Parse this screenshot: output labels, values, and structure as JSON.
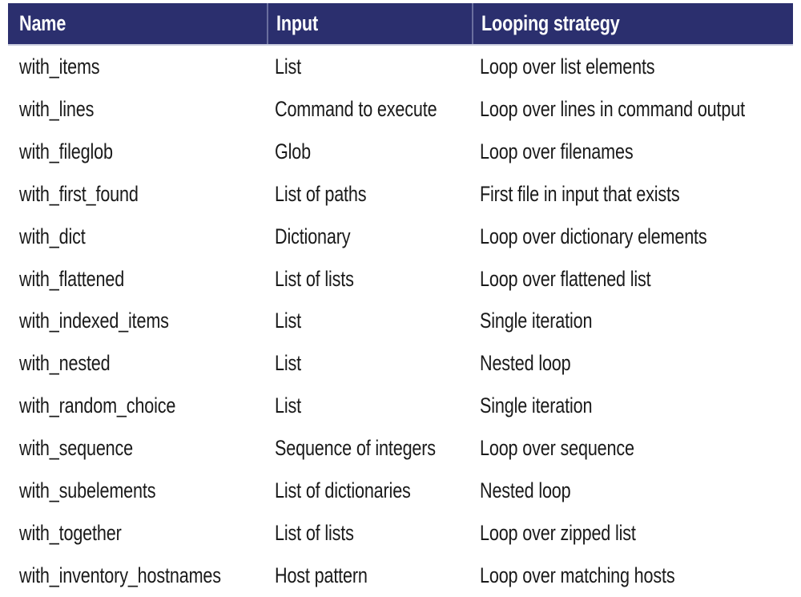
{
  "table": {
    "columns": [
      {
        "label": "Name"
      },
      {
        "label": "Input"
      },
      {
        "label": "Looping strategy"
      }
    ],
    "rows": [
      {
        "name": "with_items",
        "input": "List",
        "strategy": "Loop over list elements"
      },
      {
        "name": "with_lines",
        "input": "Command to execute",
        "strategy": "Loop over lines in command output"
      },
      {
        "name": "with_fileglob",
        "input": "Glob",
        "strategy": "Loop over filenames"
      },
      {
        "name": "with_first_found",
        "input": "List of paths",
        "strategy": "First file in input that exists"
      },
      {
        "name": "with_dict",
        "input": "Dictionary",
        "strategy": "Loop over dictionary elements"
      },
      {
        "name": "with_flattened",
        "input": "List of lists",
        "strategy": "Loop over flattened list"
      },
      {
        "name": "with_indexed_items",
        "input": "List",
        "strategy": "Single iteration"
      },
      {
        "name": "with_nested",
        "input": "List",
        "strategy": "Nested loop"
      },
      {
        "name": "with_random_choice",
        "input": "List",
        "strategy": "Single iteration"
      },
      {
        "name": "with_sequence",
        "input": "Sequence of integers",
        "strategy": "Loop over sequence"
      },
      {
        "name": "with_subelements",
        "input": "List of dictionaries",
        "strategy": "Nested loop"
      },
      {
        "name": "with_together",
        "input": "List of lists",
        "strategy": "Loop over zipped list"
      },
      {
        "name": "with_inventory_hostnames",
        "input": "Host pattern",
        "strategy": "Loop over matching hosts"
      }
    ],
    "colors": {
      "header_bg": "#2b2f6e",
      "header_text": "#ffffff",
      "header_divider": "#6a6f9e",
      "header_underline": "#c9ccdd",
      "body_text": "#1a1a1a"
    }
  }
}
